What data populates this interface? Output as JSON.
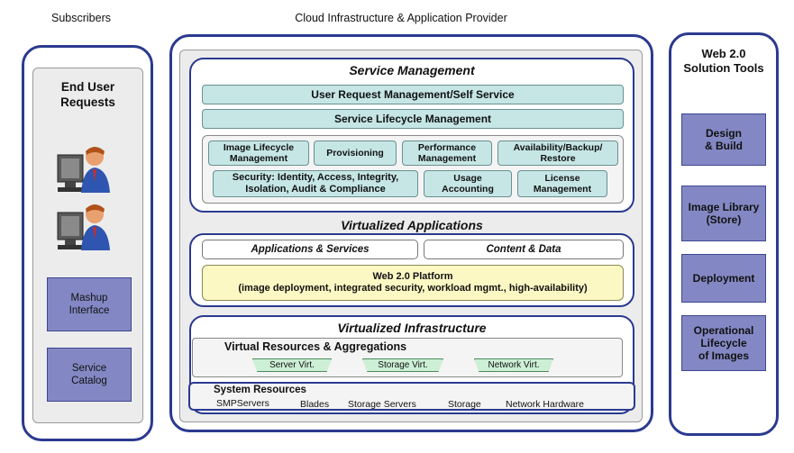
{
  "header": {
    "subscribers": "Subscribers",
    "provider": "Cloud Infrastructure & Application Provider"
  },
  "left": {
    "title_line1": "End User",
    "title_line2": "Requests",
    "mashup_line1": "Mashup",
    "mashup_line2": "Interface",
    "catalog_line1": "Service",
    "catalog_line2": "Catalog"
  },
  "service_management": {
    "title": "Service Management",
    "user_request": "User Request Management/Self Service",
    "lifecycle": "Service Lifecycle Management",
    "image_lifecycle_line1": "Image Lifecycle",
    "image_lifecycle_line2": "Management",
    "provisioning": "Provisioning",
    "performance_line1": "Performance",
    "performance_line2": "Management",
    "availability_line1": "Availability/Backup/",
    "availability_line2": "Restore",
    "security_line1": "Security: Identity, Access, Integrity,",
    "security_line2": "Isolation, Audit & Compliance",
    "usage_line1": "Usage",
    "usage_line2": "Accounting",
    "license_line1": "License",
    "license_line2": "Management"
  },
  "virtualized_applications": {
    "title": "Virtualized Applications",
    "apps": "Applications & Services",
    "content": "Content & Data",
    "platform_line1": "Web 2.0 Platform",
    "platform_line2": "(image deployment, integrated security, workload mgmt., high-availability)"
  },
  "virtualized_infrastructure": {
    "title": "Virtualized Infrastructure",
    "virtual_resources": "Virtual Resources & Aggregations",
    "server_virt": "Server Virt.",
    "storage_virt": "Storage Virt.",
    "network_virt": "Network Virt.",
    "system_resources": "System Resources",
    "smp": "SMPServers",
    "blades": "Blades",
    "storage_servers": "Storage Servers",
    "storage": "Storage",
    "network_hw": "Network Hardware"
  },
  "right": {
    "title_line1": "Web 2.0",
    "title_line2": "Solution Tools",
    "design_line1": "Design",
    "design_line2": "& Build",
    "image_lib_line1": "Image Library",
    "image_lib_line2": "(Store)",
    "deployment": "Deployment",
    "oplife_line1": "Operational",
    "oplife_line2": "Lifecycle",
    "oplife_line3": "of Images"
  },
  "colors": {
    "border_blue": "#2b3a8f",
    "teal": "#c6e6e6",
    "tool_box": "#8388c4",
    "platform_yellow": "#fbf8c4",
    "virt_green": "#ccefd5"
  }
}
